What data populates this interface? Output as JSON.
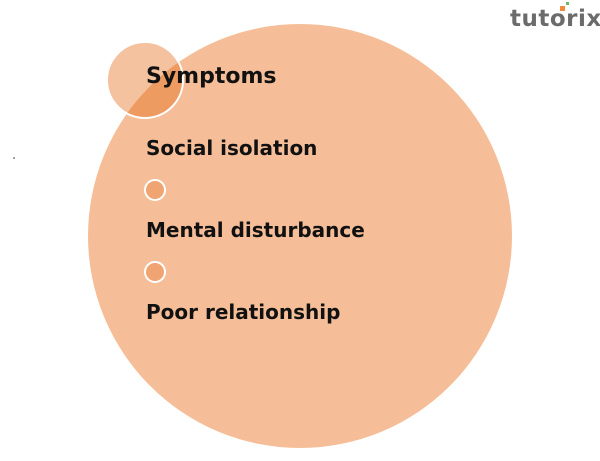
{
  "title": "Symptoms",
  "items": [
    "Social isolation",
    "Mental disturbance",
    "Poor relationship"
  ],
  "logo": "tutorix",
  "colors": {
    "main_circle": "#F5BE98",
    "overlap": "#EE9B62",
    "bullet": "#F0A472",
    "text": "#111111"
  }
}
